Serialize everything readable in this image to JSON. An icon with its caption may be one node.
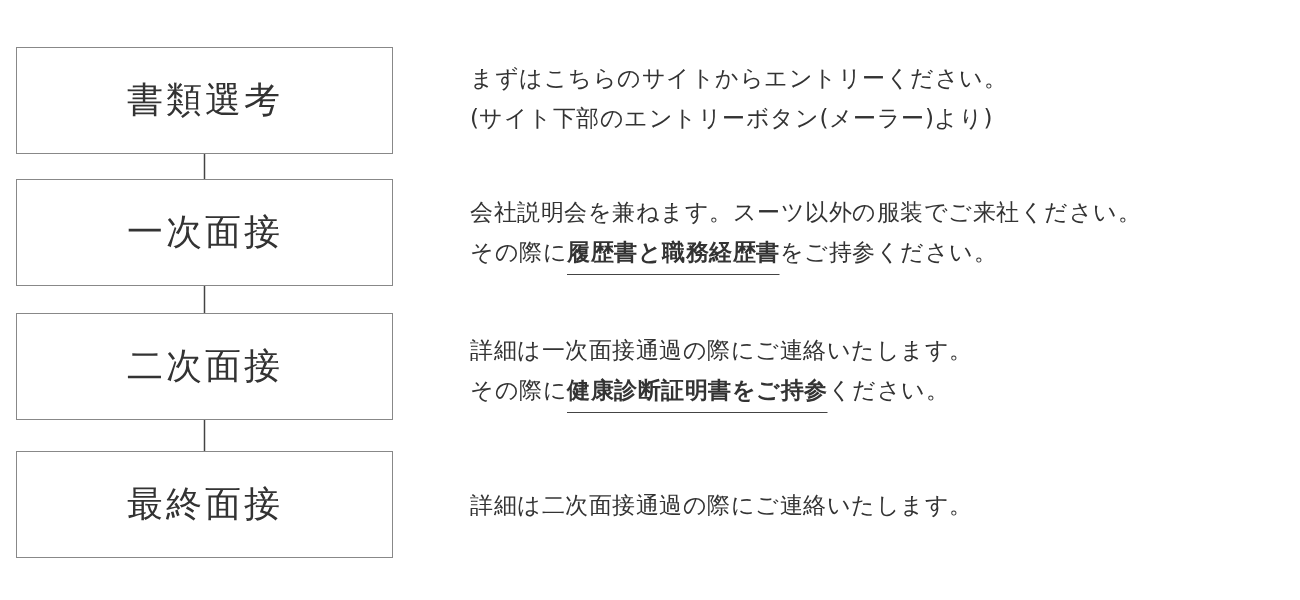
{
  "diagram": {
    "nodes": [
      {
        "text": [
          "書類選考"
        ],
        "beside": [
          "まずはこちらのサイトからエントリーください。",
          "(サイト下部のエントリーボタン(メーラー)より)"
        ]
      },
      {
        "text": [
          "一次面接"
        ],
        "beside": [
          "会社説明会を兼ねます。スーツ以外の服装でご来社ください。",
          "その際に**履歴書と職務経歴書**をご持参ください。"
        ]
      },
      {
        "text": [
          "二次面接"
        ],
        "beside": [
          "詳細は一次面接通過の際にご連絡いたします。",
          "その際に**健康診断証明書をご持参**ください。"
        ]
      },
      {
        "text": [
          "最終面接"
        ],
        "beside": [
          "詳細は二次面接通過の際にご連絡いたします。"
        ]
      }
    ],
    "edges": [
      {
        "from": 0,
        "to": 1,
        "arrow": "none"
      },
      {
        "from": 1,
        "to": 2,
        "arrow": "none"
      },
      {
        "from": 2,
        "to": 3,
        "arrow": "none"
      }
    ]
  }
}
